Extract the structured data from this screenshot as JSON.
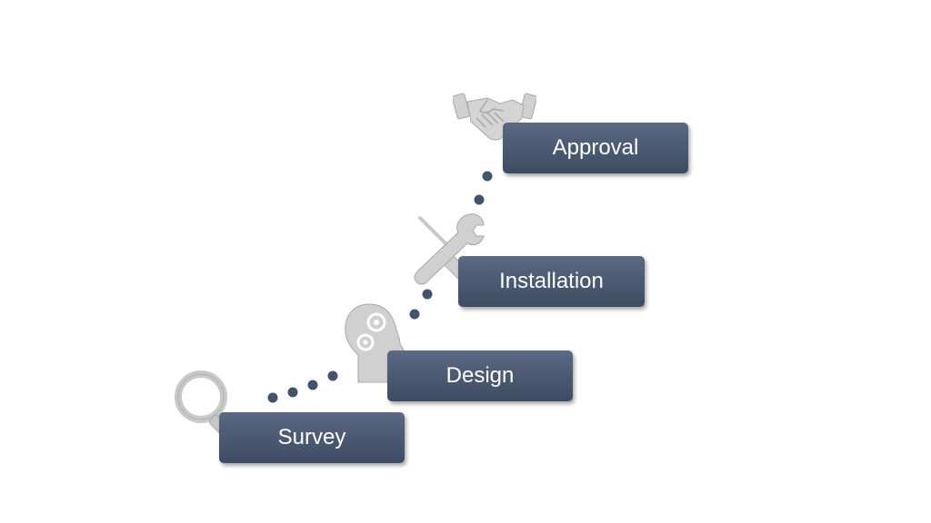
{
  "steps": [
    {
      "label": "Survey",
      "icon": "magnifier-icon"
    },
    {
      "label": "Design",
      "icon": "head-gears-icon"
    },
    {
      "label": "Installation",
      "icon": "wrench-screwdriver-icon"
    },
    {
      "label": "Approval",
      "icon": "handshake-icon"
    }
  ],
  "colors": {
    "box": "#4b5a72",
    "box_text": "#ffffff",
    "icon": "#cfcfcf",
    "icon_stroke": "#a8a8a8",
    "dots": "#44536b",
    "background": "#ffffff"
  }
}
